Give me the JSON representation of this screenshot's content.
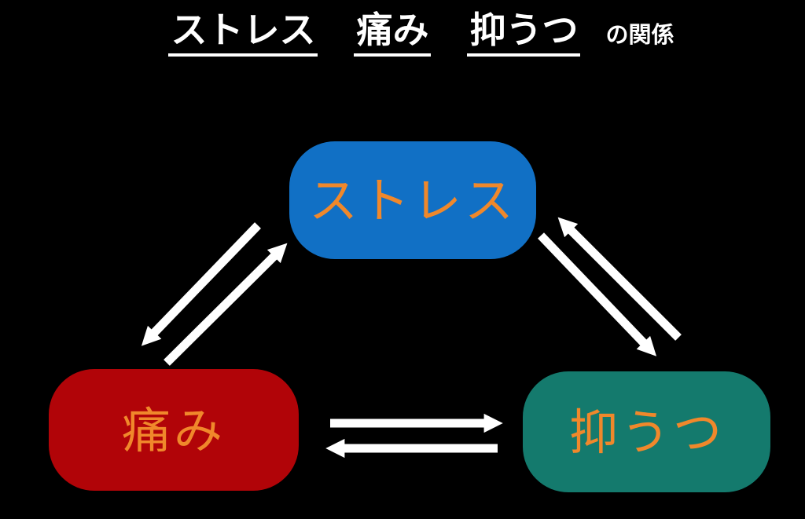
{
  "title": {
    "term_stress": "ストレス",
    "term_pain": "痛み",
    "term_depression": "抑うつ",
    "suffix": "の関係",
    "text_color": "#ffffff",
    "underline_color": "#ffffff"
  },
  "colors": {
    "background": "#000000",
    "arrow": "#ffffff",
    "node_label": "#f0882b"
  },
  "diagram": {
    "label_color": "#f0882b",
    "arrow_color": "#ffffff",
    "nodes": {
      "stress": {
        "label": "ストレス",
        "fill": "#1170c5"
      },
      "pain": {
        "label": "痛み",
        "fill": "#b10408"
      },
      "depression": {
        "label": "抑うつ",
        "fill": "#147a6d"
      }
    },
    "edges": [
      {
        "from": "pain",
        "to": "stress"
      },
      {
        "from": "stress",
        "to": "pain"
      },
      {
        "from": "depression",
        "to": "stress"
      },
      {
        "from": "stress",
        "to": "depression"
      },
      {
        "from": "pain",
        "to": "depression"
      },
      {
        "from": "depression",
        "to": "pain"
      }
    ]
  }
}
